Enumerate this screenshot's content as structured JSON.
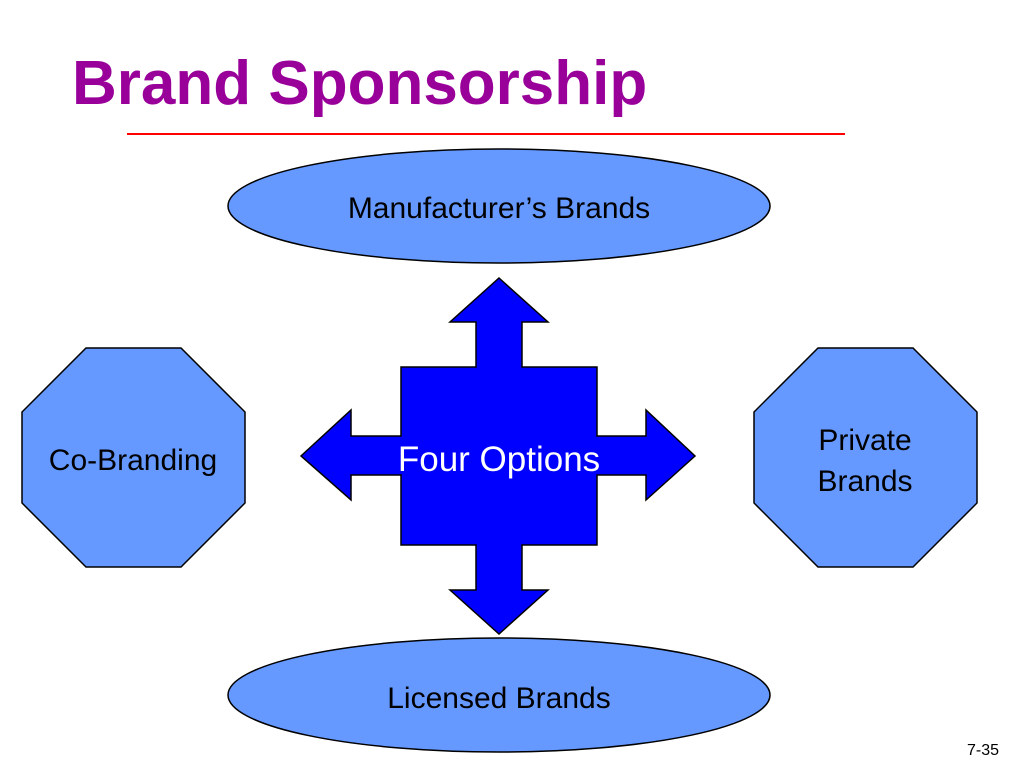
{
  "slide": {
    "title": "Brand Sponsorship",
    "page_number": "7-35"
  },
  "diagram": {
    "center": "Four Options",
    "top": "Manufacturer’s Brands",
    "bottom": "Licensed Brands",
    "left": "Co-Branding",
    "right": {
      "line1": "Private",
      "line2": "Brands"
    }
  },
  "colors": {
    "title": "#990099",
    "rule": "#ff0000",
    "shape_fill": "#6699ff",
    "arrow_fill": "#0000ff",
    "outline": "#000000"
  }
}
